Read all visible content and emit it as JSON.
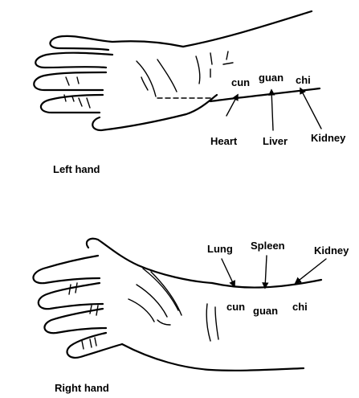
{
  "left_panel": {
    "caption": "Left hand",
    "positions": [
      "cun",
      "guan",
      "chi"
    ],
    "organs": [
      "Heart",
      "Liver",
      "Kidney"
    ]
  },
  "right_panel": {
    "caption": "Right hand",
    "positions": [
      "cun",
      "guan",
      "chi"
    ],
    "organs": [
      "Lung",
      "Spleen",
      "Kidney"
    ]
  }
}
